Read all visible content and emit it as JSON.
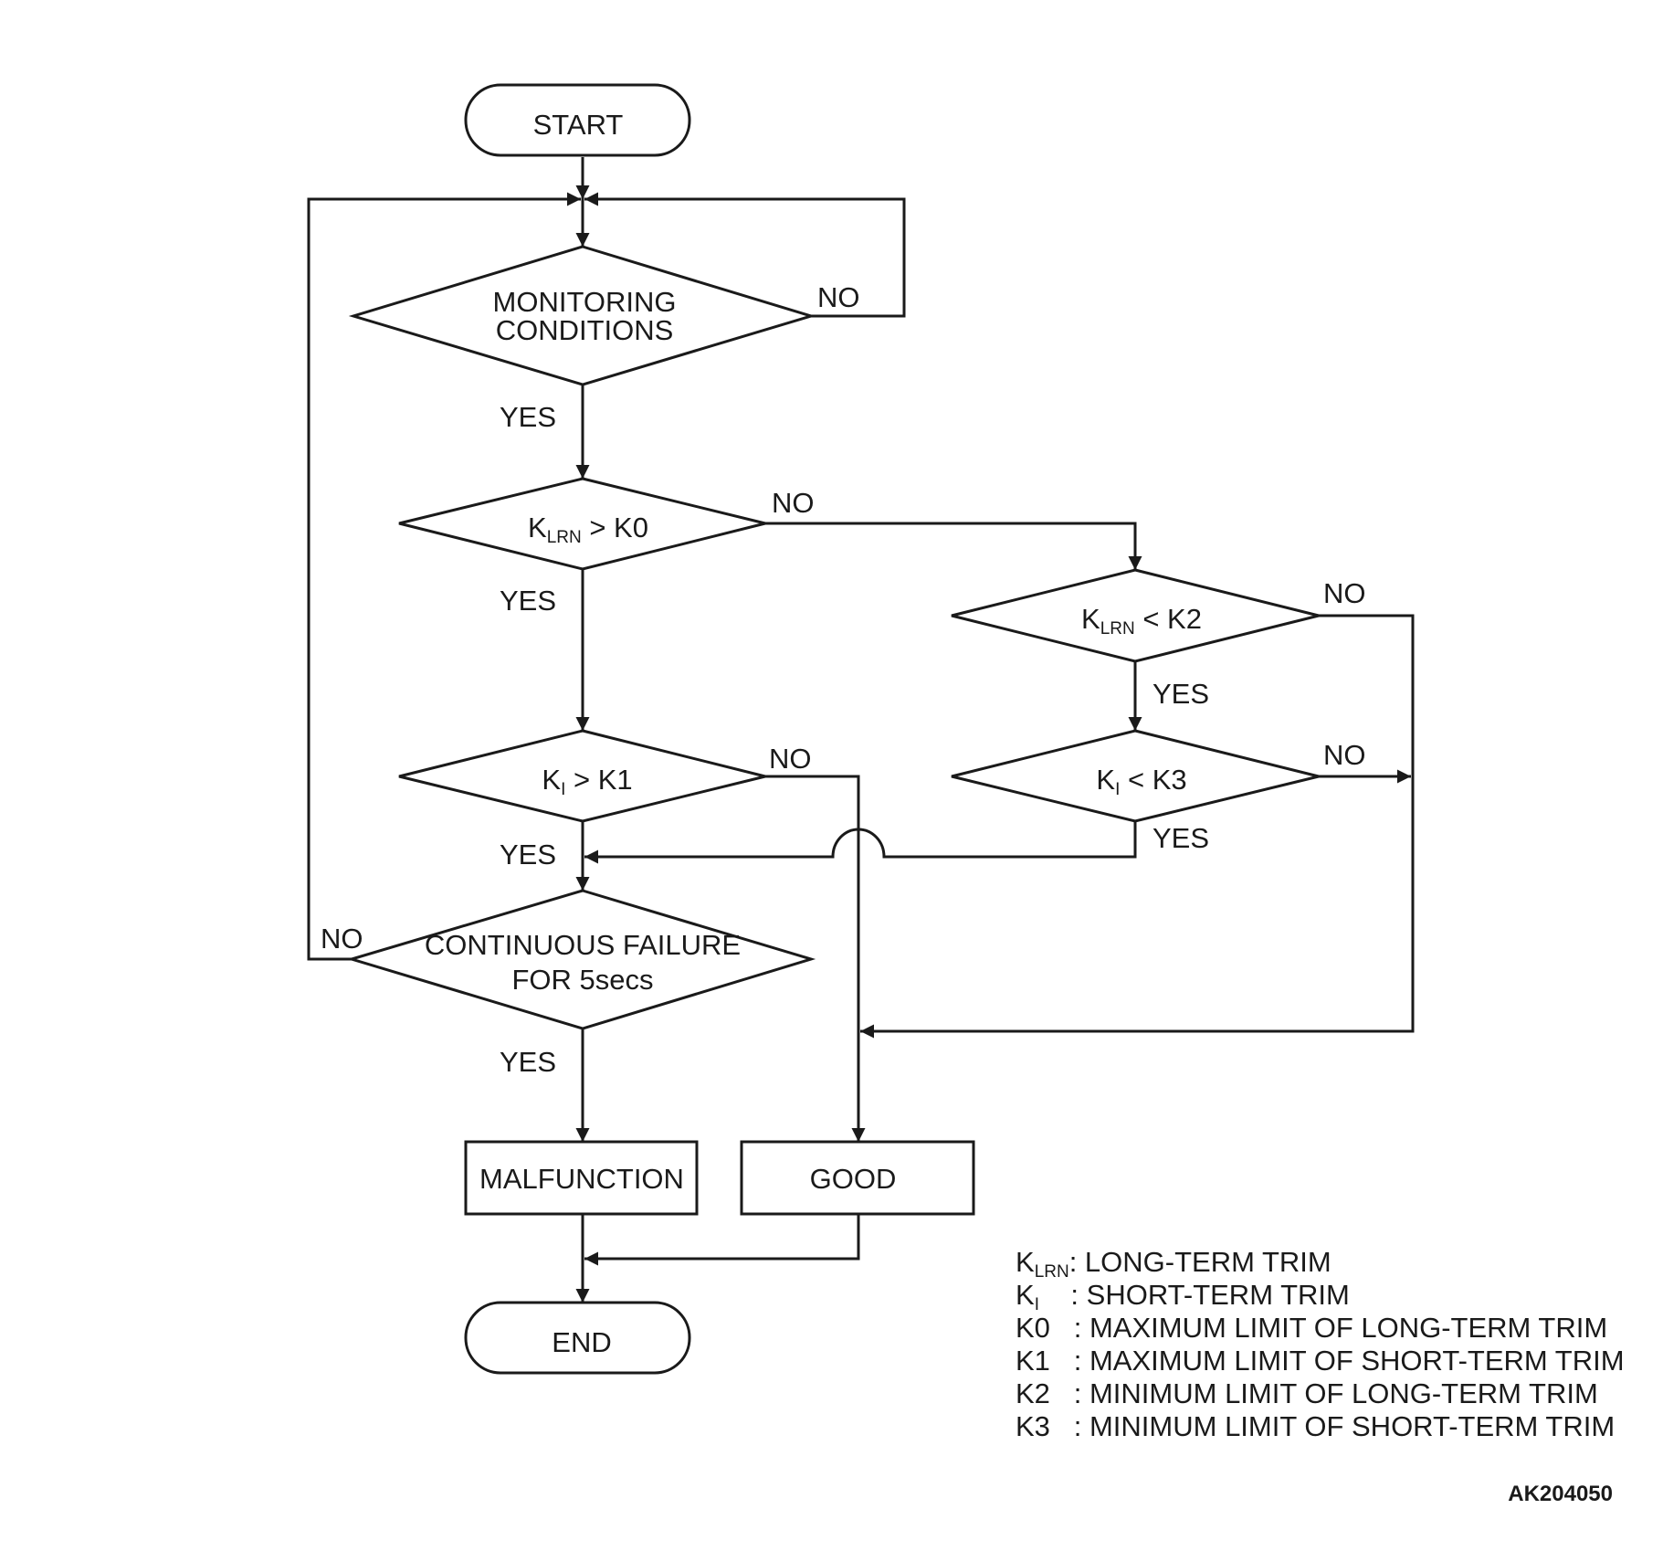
{
  "nodes": {
    "start": "START",
    "monitoring_1": "MONITORING",
    "monitoring_2": "CONDITIONS",
    "klrn_k0": {
      "k": "K",
      "sub": "LRN",
      "rest": " > K0"
    },
    "klrn_k2": {
      "k": "K",
      "sub": "LRN",
      "rest": " < K2"
    },
    "ki_k1": {
      "k": "K",
      "sub": "I",
      "rest": " > K1"
    },
    "ki_k3": {
      "k": "K",
      "sub": "I",
      "rest": " < K3"
    },
    "continuous_1": "CONTINUOUS FAILURE",
    "continuous_2": "FOR 5secs",
    "malfunction": "MALFUNCTION",
    "good": "GOOD",
    "end": "END"
  },
  "labels": {
    "yes": "YES",
    "no": "NO"
  },
  "legend": [
    {
      "k": "K",
      "sub": "LRN",
      "rest": ": LONG-TERM TRIM"
    },
    {
      "k": "K",
      "sub": "I",
      "rest": "    : SHORT-TERM TRIM"
    },
    {
      "k": "K0",
      "sub": "",
      "rest": "   : MAXIMUM LIMIT OF LONG-TERM TRIM"
    },
    {
      "k": "K1",
      "sub": "",
      "rest": "   : MAXIMUM LIMIT OF SHORT-TERM TRIM"
    },
    {
      "k": "K2",
      "sub": "",
      "rest": "   : MINIMUM LIMIT OF LONG-TERM TRIM"
    },
    {
      "k": "K3",
      "sub": "",
      "rest": "   : MINIMUM LIMIT OF SHORT-TERM TRIM"
    }
  ],
  "figure_code": "AK204050"
}
